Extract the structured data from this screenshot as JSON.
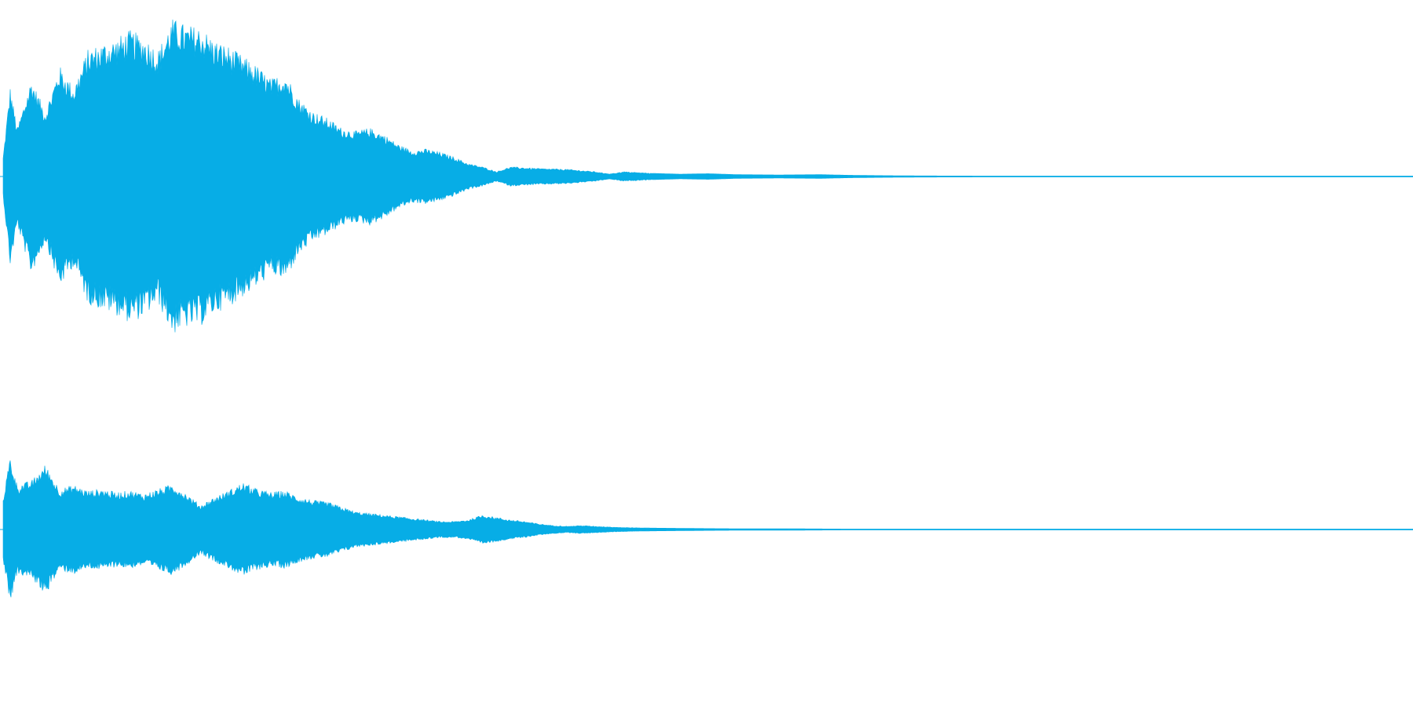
{
  "waveform": {
    "color": "#07ADE6",
    "background": "#FFFFFF",
    "channels": [
      {
        "name": "",
        "peak_envelope": [
          [
            0.0,
            0.12
          ],
          [
            0.005,
            0.55
          ],
          [
            0.01,
            0.3
          ],
          [
            0.02,
            0.6
          ],
          [
            0.03,
            0.4
          ],
          [
            0.04,
            0.68
          ],
          [
            0.05,
            0.55
          ],
          [
            0.06,
            0.78
          ],
          [
            0.07,
            0.82
          ],
          [
            0.08,
            0.85
          ],
          [
            0.09,
            0.9
          ],
          [
            0.1,
            0.86
          ],
          [
            0.11,
            0.78
          ],
          [
            0.12,
            0.97
          ],
          [
            0.13,
            0.93
          ],
          [
            0.14,
            0.92
          ],
          [
            0.15,
            0.84
          ],
          [
            0.16,
            0.8
          ],
          [
            0.17,
            0.74
          ],
          [
            0.18,
            0.68
          ],
          [
            0.19,
            0.6
          ],
          [
            0.2,
            0.64
          ],
          [
            0.21,
            0.48
          ],
          [
            0.22,
            0.4
          ],
          [
            0.23,
            0.36
          ],
          [
            0.24,
            0.3
          ],
          [
            0.25,
            0.28
          ],
          [
            0.26,
            0.3
          ],
          [
            0.27,
            0.26
          ],
          [
            0.28,
            0.2
          ],
          [
            0.29,
            0.16
          ],
          [
            0.3,
            0.17
          ],
          [
            0.31,
            0.15
          ],
          [
            0.32,
            0.12
          ],
          [
            0.33,
            0.08
          ],
          [
            0.34,
            0.06
          ],
          [
            0.35,
            0.03
          ],
          [
            0.36,
            0.06
          ],
          [
            0.38,
            0.05
          ],
          [
            0.4,
            0.045
          ],
          [
            0.42,
            0.03
          ],
          [
            0.43,
            0.015
          ],
          [
            0.44,
            0.03
          ],
          [
            0.46,
            0.02
          ],
          [
            0.48,
            0.015
          ],
          [
            0.5,
            0.018
          ],
          [
            0.52,
            0.012
          ],
          [
            0.55,
            0.01
          ],
          [
            0.58,
            0.012
          ],
          [
            0.6,
            0.008
          ],
          [
            0.62,
            0.006
          ],
          [
            0.65,
            0.004
          ],
          [
            0.7,
            0.003
          ],
          [
            0.8,
            0.002
          ],
          [
            1.0,
            0.002
          ]
        ]
      },
      {
        "name": "",
        "peak_envelope": [
          [
            0.0,
            0.4
          ],
          [
            0.005,
            0.9
          ],
          [
            0.01,
            0.55
          ],
          [
            0.02,
            0.6
          ],
          [
            0.03,
            0.8
          ],
          [
            0.04,
            0.5
          ],
          [
            0.05,
            0.55
          ],
          [
            0.06,
            0.48
          ],
          [
            0.07,
            0.5
          ],
          [
            0.08,
            0.46
          ],
          [
            0.09,
            0.48
          ],
          [
            0.1,
            0.44
          ],
          [
            0.11,
            0.5
          ],
          [
            0.12,
            0.56
          ],
          [
            0.13,
            0.44
          ],
          [
            0.14,
            0.3
          ],
          [
            0.15,
            0.4
          ],
          [
            0.16,
            0.48
          ],
          [
            0.17,
            0.58
          ],
          [
            0.18,
            0.5
          ],
          [
            0.19,
            0.46
          ],
          [
            0.2,
            0.48
          ],
          [
            0.21,
            0.4
          ],
          [
            0.22,
            0.36
          ],
          [
            0.23,
            0.34
          ],
          [
            0.24,
            0.28
          ],
          [
            0.25,
            0.22
          ],
          [
            0.26,
            0.2
          ],
          [
            0.27,
            0.18
          ],
          [
            0.28,
            0.16
          ],
          [
            0.29,
            0.14
          ],
          [
            0.3,
            0.12
          ],
          [
            0.31,
            0.1
          ],
          [
            0.32,
            0.1
          ],
          [
            0.33,
            0.12
          ],
          [
            0.34,
            0.18
          ],
          [
            0.35,
            0.15
          ],
          [
            0.36,
            0.12
          ],
          [
            0.37,
            0.1
          ],
          [
            0.38,
            0.07
          ],
          [
            0.39,
            0.05
          ],
          [
            0.4,
            0.04
          ],
          [
            0.41,
            0.05
          ],
          [
            0.42,
            0.04
          ],
          [
            0.44,
            0.025
          ],
          [
            0.46,
            0.018
          ],
          [
            0.48,
            0.015
          ],
          [
            0.5,
            0.012
          ],
          [
            0.52,
            0.01
          ],
          [
            0.55,
            0.01
          ],
          [
            0.6,
            0.006
          ],
          [
            0.62,
            0.004
          ],
          [
            0.65,
            0.003
          ],
          [
            0.8,
            0.002
          ],
          [
            1.0,
            0.002
          ]
        ]
      }
    ]
  }
}
